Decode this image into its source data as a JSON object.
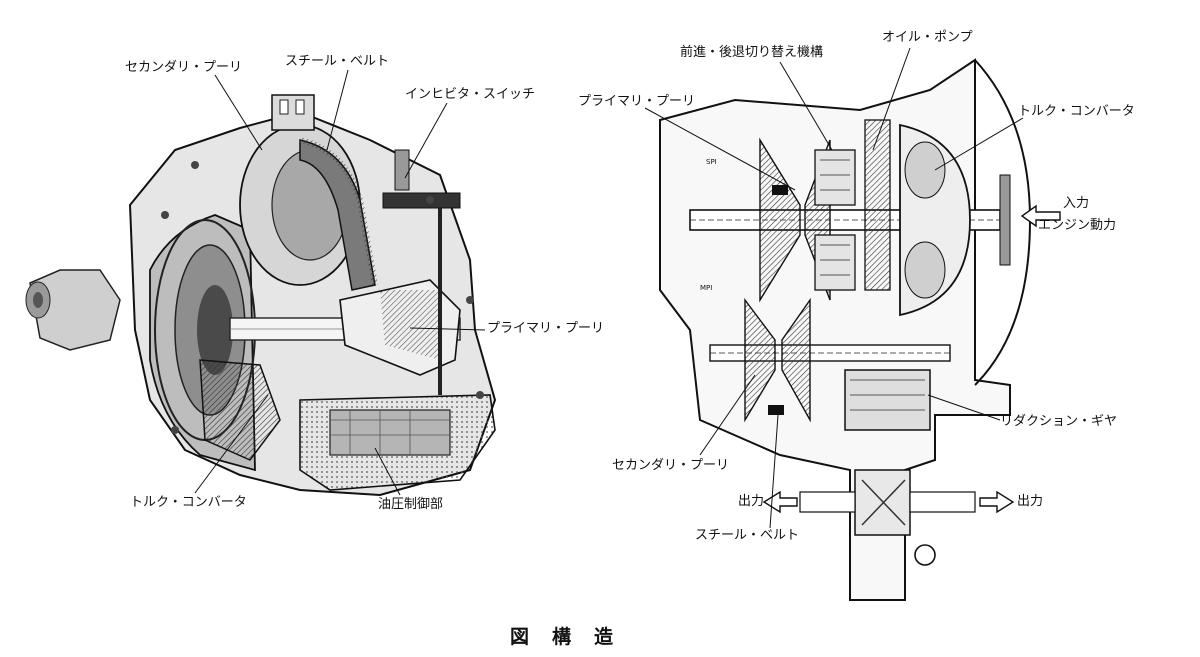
{
  "caption": {
    "char1": "図",
    "char2": "構",
    "char3": "造"
  },
  "left_view": {
    "labels": {
      "secondary_pulley": "セカンダリ・プーリ",
      "steel_belt": "スチール・ベルト",
      "inhibitor_switch": "インヒビタ・スイッチ",
      "primary_pulley": "プライマリ・プーリ",
      "torque_converter": "トルク・コンバータ",
      "hydraulic_control": "油圧制御部"
    }
  },
  "right_view": {
    "labels": {
      "forward_reverse": "前進・後退切り替え機構",
      "oil_pump": "オイル・ポンプ",
      "primary_pulley": "プライマリ・プーリ",
      "torque_converter": "トルク・コンバータ",
      "input": "入力",
      "engine_power": "エンジン動力",
      "reduction_gear": "リダクション・ギヤ",
      "secondary_pulley": "セカンダリ・プーリ",
      "output_left": "出力",
      "output_right": "出力",
      "steel_belt": "スチール・ベルト"
    }
  }
}
